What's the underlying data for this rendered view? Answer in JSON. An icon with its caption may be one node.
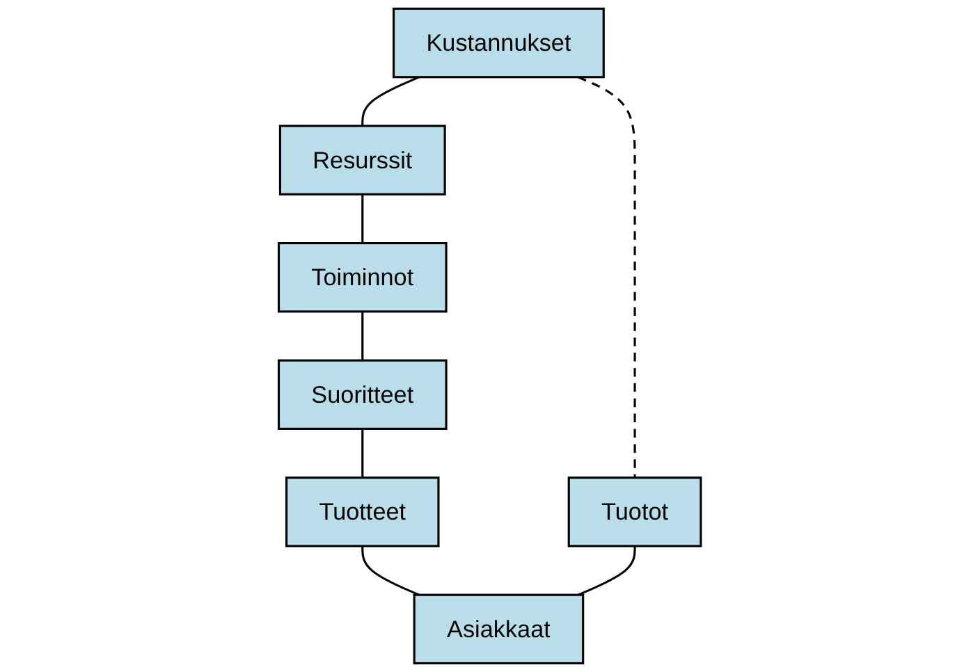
{
  "diagram": {
    "nodes": [
      {
        "text": [
          "Kustannukset"
        ]
      },
      {
        "text": [
          "Resurssit"
        ]
      },
      {
        "text": [
          "Toiminnot"
        ]
      },
      {
        "text": [
          "Suoritteet"
        ]
      },
      {
        "text": [
          "Tuotteet"
        ]
      },
      {
        "text": [
          "Tuotot"
        ]
      },
      {
        "text": [
          "Asiakkaat"
        ]
      }
    ],
    "edges": [
      {
        "from": 0,
        "to": 5,
        "arrow": "none",
        "style": "dashed"
      },
      {
        "from": 0,
        "to": 1,
        "arrow": "none"
      },
      {
        "from": 1,
        "to": 2,
        "arrow": "none"
      },
      {
        "from": 2,
        "to": 3,
        "arrow": "none"
      },
      {
        "from": 3,
        "to": 4,
        "arrow": "none"
      },
      {
        "from": 4,
        "to": 6,
        "arrow": "none"
      },
      {
        "from": 5,
        "to": 6,
        "arrow": "none"
      }
    ]
  }
}
